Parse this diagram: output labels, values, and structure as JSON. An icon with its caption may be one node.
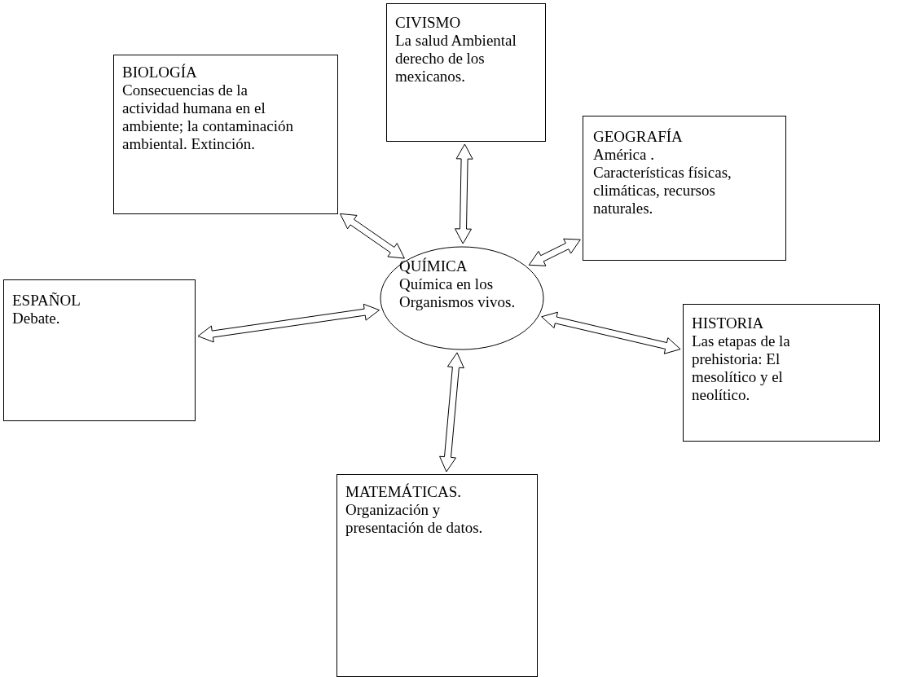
{
  "diagram": {
    "nodes": [
      {
        "text": [
          "CIVISMO",
          "La salud Ambiental derecho de los mexicanos."
        ]
      },
      {
        "text": [
          "BIOLOGÍA",
          "Consecuencias de la actividad humana en el ambiente; la contaminación ambiental. Extinción."
        ]
      },
      {
        "text": [
          "GEOGRAFÍA",
          "América . Características físicas, climáticas, recursos naturales."
        ]
      },
      {
        "text": [
          "QUÍMICA",
          "Química en los Organismos vivos."
        ]
      },
      {
        "text": [
          "ESPAÑOL",
          "Debate."
        ]
      },
      {
        "text": [
          "HISTORIA",
          "Las etapas de la prehistoria: El mesolítico y el neolítico."
        ]
      },
      {
        "text": [
          "MATEMÁTICAS.",
          "Organización y presentación de datos."
        ]
      }
    ],
    "edges": [
      {
        "from": 0,
        "to": 3,
        "arrow": "both"
      },
      {
        "from": 1,
        "to": 3,
        "arrow": "both"
      },
      {
        "from": 2,
        "to": 3,
        "arrow": "both"
      },
      {
        "from": 4,
        "to": 3,
        "arrow": "both"
      },
      {
        "from": 5,
        "to": 3,
        "arrow": "both"
      },
      {
        "from": 6,
        "to": 3,
        "arrow": "both"
      }
    ]
  }
}
